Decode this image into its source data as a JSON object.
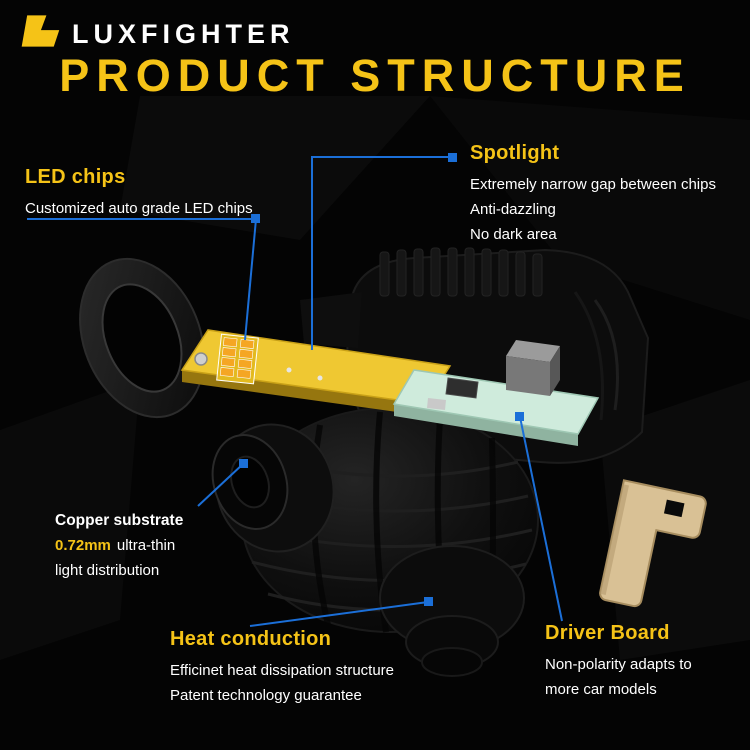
{
  "colors": {
    "accent_yellow": "#F5C317",
    "line_blue": "#1B6FD8",
    "text_white": "#FFFFFF",
    "pcb_yellow": "#EFC832",
    "board_green": "#CFEBDC",
    "connector_beige": "#D9C195"
  },
  "header": {
    "logo_text": "LUXFIGHTER",
    "logo_icon": "angular-l-mark",
    "title": "PRODUCT STRUCTURE"
  },
  "callouts": {
    "led_chips": {
      "heading": "LED chips",
      "lines": [
        "Customized auto grade LED chips"
      ]
    },
    "spotlight": {
      "heading": "Spotlight",
      "lines": [
        "Extremely narrow gap between chips",
        "Anti-dazzling",
        "No dark area"
      ]
    },
    "copper_substrate": {
      "line1": "Copper substrate",
      "highlight": "0.72mm",
      "line2": "ultra-thin",
      "line3": "light distribution"
    },
    "heat_conduction": {
      "heading": "Heat conduction",
      "lines": [
        "Efficinet heat dissipation structure",
        "Patent technology guarantee"
      ]
    },
    "driver_board": {
      "heading": "Driver Board",
      "lines": [
        "Non-polarity adapts to",
        "more car models"
      ]
    }
  },
  "illustration": {
    "parts": [
      "rubber-seal-ring",
      "led-pcb",
      "led-chip-array",
      "driver-board-pcb",
      "heatsink-rear",
      "bulb-body",
      "base-collar",
      "connector-key"
    ]
  }
}
